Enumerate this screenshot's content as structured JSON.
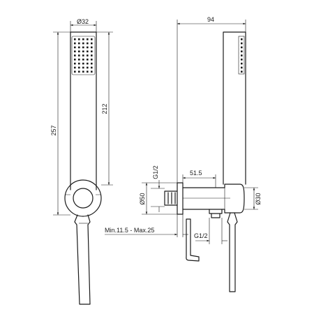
{
  "drawing": {
    "dimensions": {
      "diameter_32": "Ø32",
      "length_257": "257",
      "length_212": "212",
      "width_94": "94",
      "thread_g12_left": "G1/2",
      "diameter_50": "Ø50",
      "offset_51_5": "51.5",
      "diameter_30": "Ø30",
      "thread_g12_bottom": "G1/2",
      "wall_range": "Min.11.5 - Max.25"
    },
    "colors": {
      "line": "#1a1a1a",
      "background": "#ffffff"
    },
    "icons": [
      "handshower-front-view",
      "handshower-side-view",
      "hex-key-tool"
    ]
  }
}
